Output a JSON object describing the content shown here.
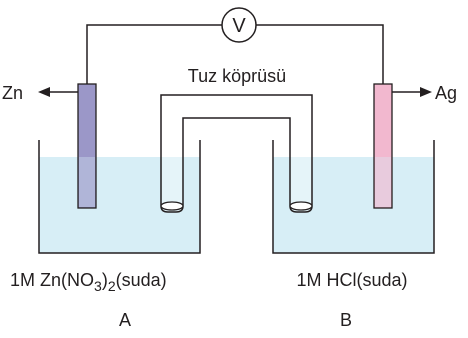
{
  "voltmeter": {
    "symbol": "V"
  },
  "salt_bridge": {
    "label": "Tuz köprüsü"
  },
  "electrodes": {
    "left": {
      "label": "Zn",
      "color": "#9b97c8"
    },
    "right": {
      "label": "Ag",
      "color": "#f2b8cf"
    }
  },
  "beakers": {
    "a": {
      "solution": "1M Zn(NO",
      "sub3": "3",
      "sub2": "2",
      "solution_tail": "(suda)",
      "name": "A"
    },
    "b": {
      "solution": "1M HCl(suda)",
      "name": "B"
    }
  },
  "colors": {
    "solution": "#d7eef6",
    "outline": "#231f20"
  }
}
